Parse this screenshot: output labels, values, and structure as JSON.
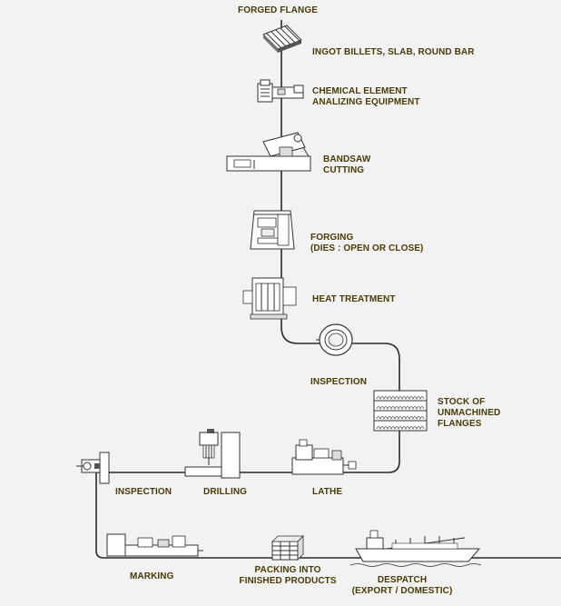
{
  "colors": {
    "background": "#f2f2f2",
    "label_text": "#4a3a06",
    "line": "#2a2a2a",
    "machine_fill": "#ffffff",
    "machine_stroke": "#333333"
  },
  "steps": {
    "forged_flange": {
      "label": "FORGED FLANGE",
      "icon": "title"
    },
    "ingot": {
      "label": "INGOT BILLETS, SLAB, ROUND BAR",
      "icon": "stacked-bars-icon"
    },
    "chemical": {
      "line1": "CHEMICAL ELEMENT",
      "line2": "ANALIZING EQUIPMENT",
      "icon": "analyzer-machine-icon"
    },
    "bandsaw": {
      "line1": "BANDSAW",
      "line2": "CUTTING",
      "icon": "bandsaw-machine-icon"
    },
    "forging": {
      "line1": "FORGING",
      "line2": "(DIES : OPEN OR CLOSE)",
      "icon": "forging-press-icon"
    },
    "heat": {
      "label": "HEAT TREATMENT",
      "icon": "furnace-icon"
    },
    "inspection1": {
      "label": "INSPECTION",
      "icon": "inspection-ring-icon"
    },
    "stock": {
      "line1": "STOCK OF",
      "line2": "UNMACHINED",
      "line3": "FLANGES",
      "icon": "shelf-stock-icon"
    },
    "lathe": {
      "label": "LATHE",
      "icon": "lathe-machine-icon"
    },
    "drilling": {
      "label": "DRILLING",
      "icon": "drill-press-icon"
    },
    "inspection2": {
      "label": "INSPECTION",
      "icon": "gauge-inspection-icon"
    },
    "marking": {
      "label": "MARKING",
      "icon": "marking-machine-icon"
    },
    "packing": {
      "line1": "PACKING INTO",
      "line2": "FINISHED PRODUCTS",
      "icon": "packed-crate-icon"
    },
    "despatch": {
      "line1": "DESPATCH",
      "line2": "(EXPORT / DOMESTIC)",
      "icon": "cargo-ship-icon"
    }
  }
}
